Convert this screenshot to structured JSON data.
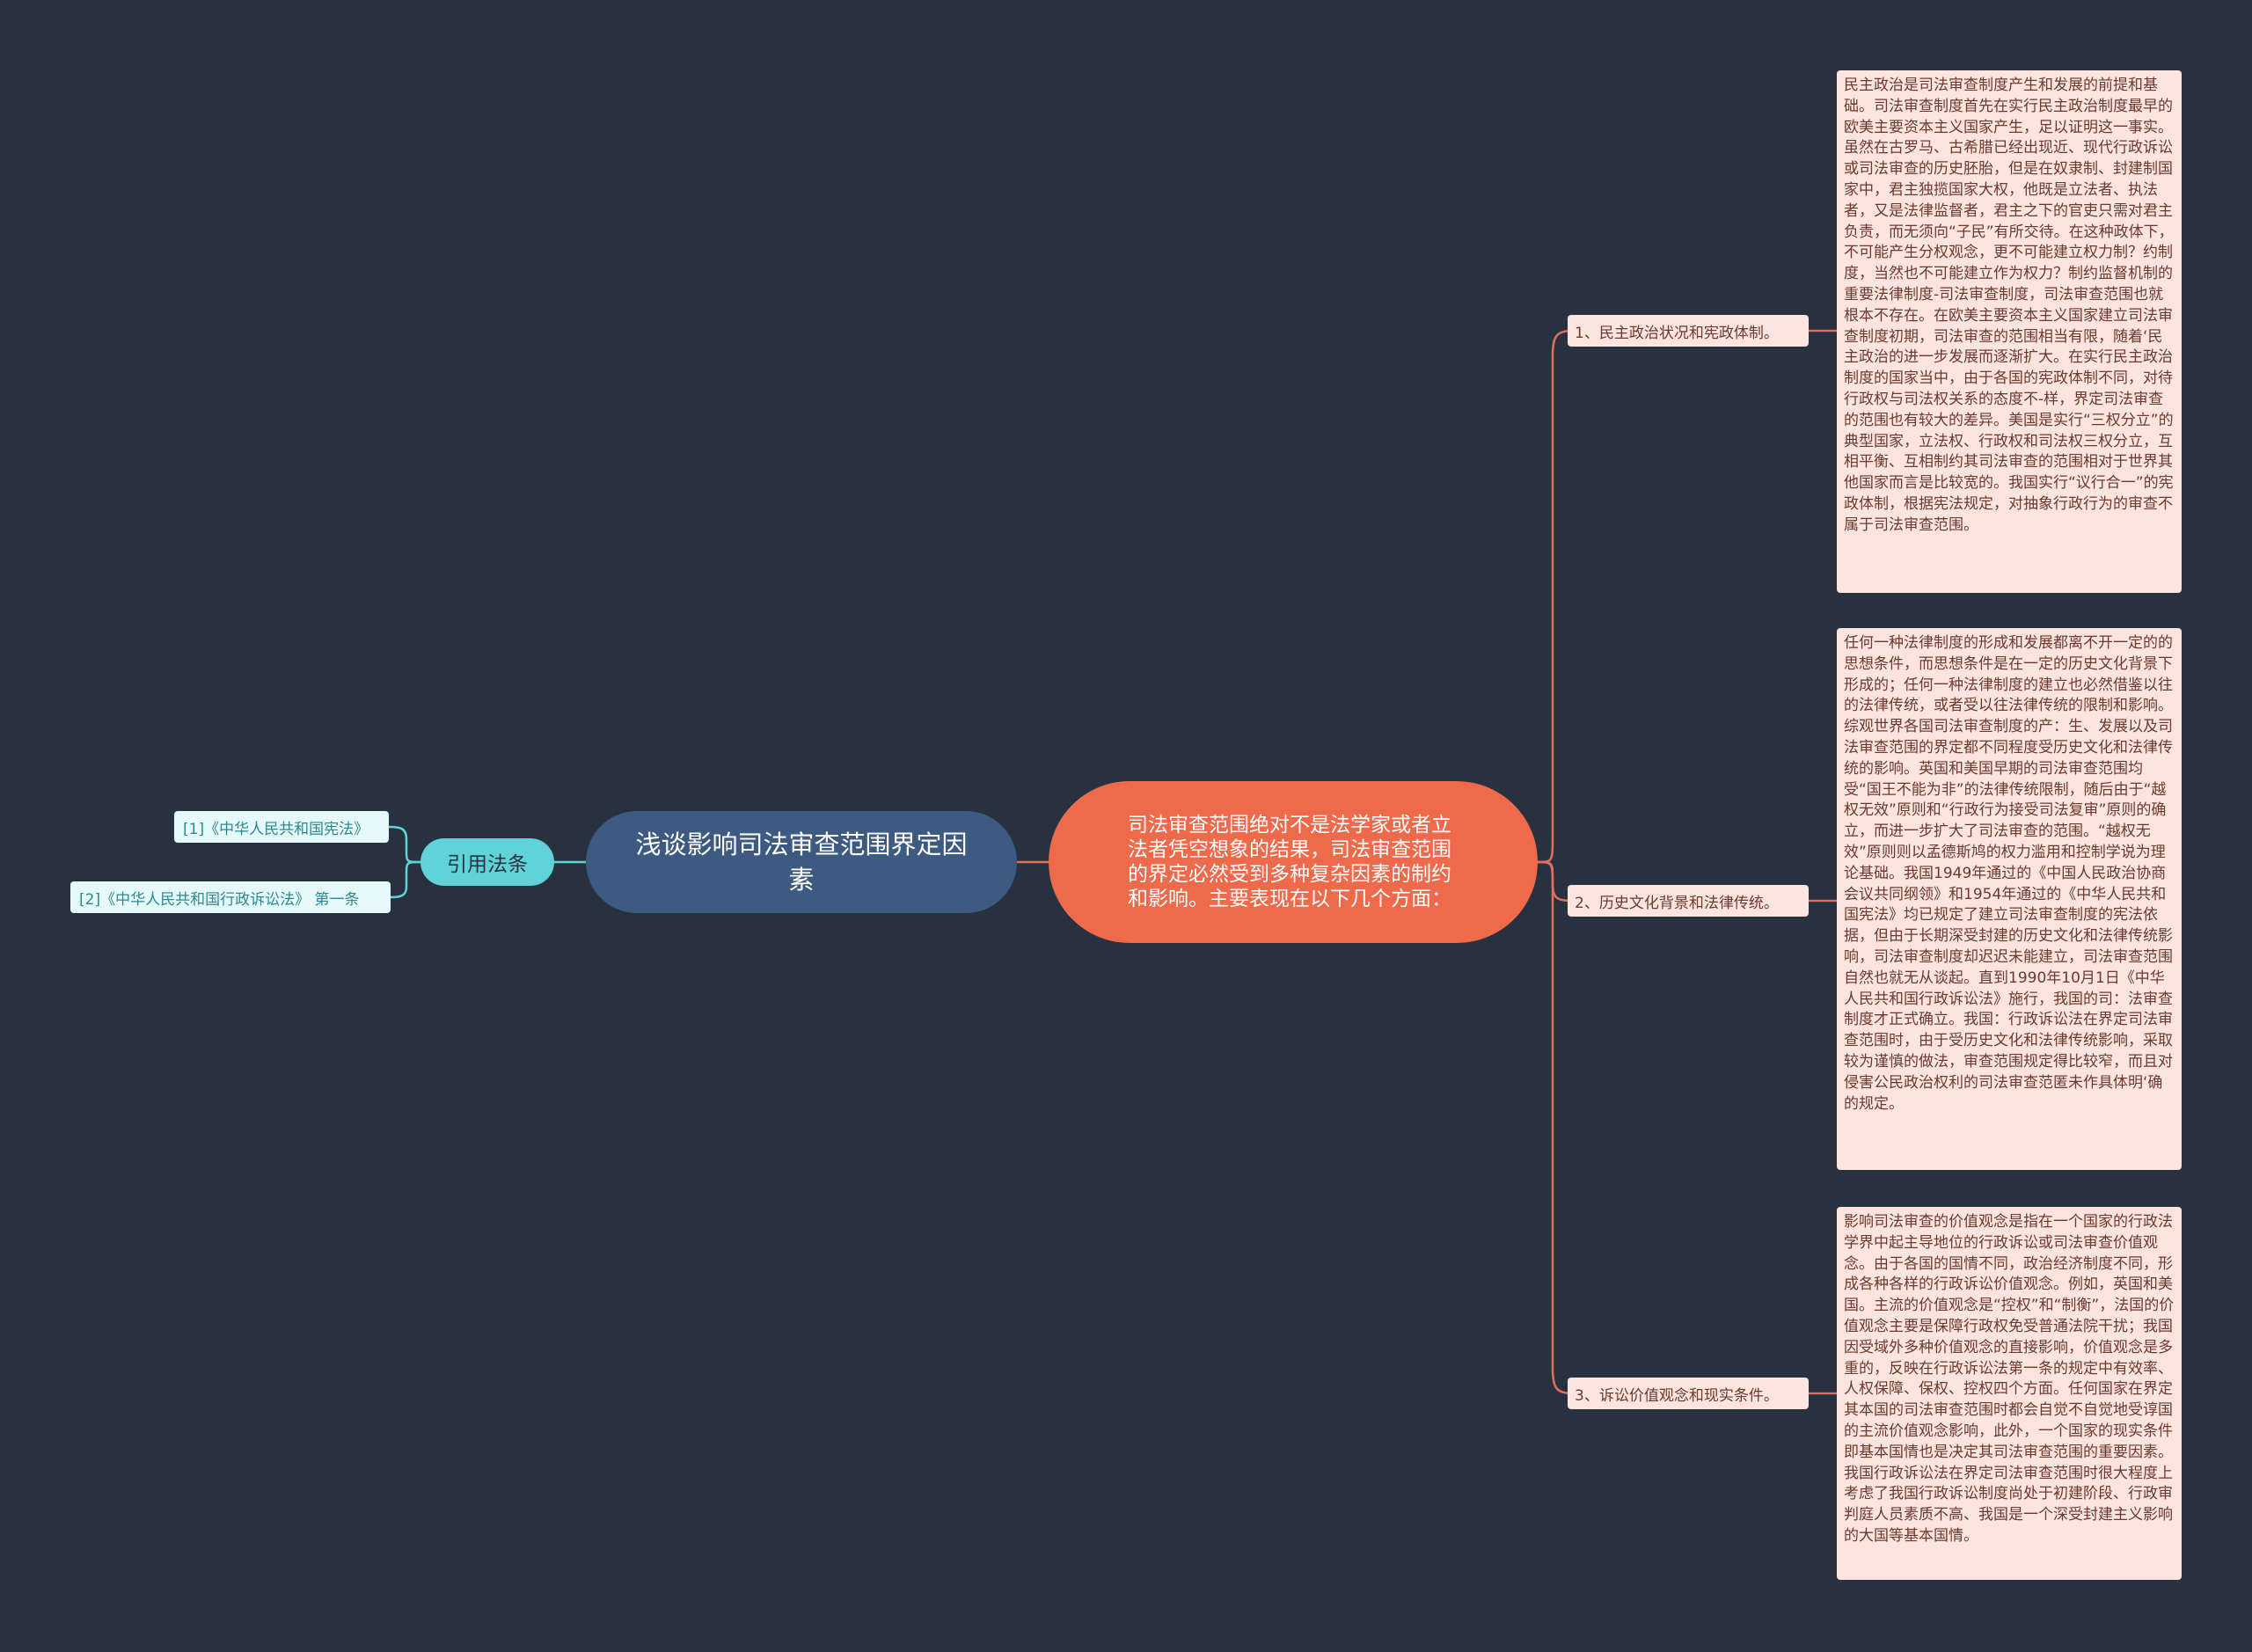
{
  "root": {
    "title": "浅谈影响司法审查范围界定因素"
  },
  "main": {
    "text": "司法审查范围绝对不是法学家或者立法者凭空想象的结果，司法审查范围的界定必然受到多种复杂因素的制约和影响。主要表现在以下几个方面："
  },
  "references": {
    "label": "引用法条",
    "items": [
      "[1]《中华人民共和国宪法》",
      "[2]《中华人民共和国行政诉讼法》 第一条"
    ]
  },
  "branches": [
    {
      "label": "1、民主政治状况和宪政体制。",
      "detail": "民主政治是司法审查制度产生和发展的前提和基础。司法审查制度首先在实行民主政治制度最早的欧美主要资本主义国家产生，足以证明这一事实。虽然在古罗马、古希腊已经出现近、现代行政诉讼或司法审查的历史胚胎，但是在奴隶制、封建制国家中，君主独揽国家大权，他既是立法者、执法者，又是法律监督者，君主之下的官吏只需对君主负责，而无须向“子民”有所交待。在这种政体下，不可能产生分权观念，更不可能建立权力制？约制度，当然也不可能建立作为权力？制约监督机制的重要法律制度-司法审查制度，司法审查范围也就根本不存在。在欧美主要资本主义国家建立司法审查制度初期，司法审查的范围相当有限，随着‘民主政治的进一步发展而逐渐扩大。在实行民主政治制度的国家当中，由于各国的宪政体制不同，对待行政权与司法权关系的态度不-样，界定司法审查的范围也有较大的差异。美国是实行“三权分立”的典型国家，立法权、行政权和司法权三权分立，互相平衡、互相制约其司法审查的范围相对于世界其他国家而言是比较宽的。我国实行“议行合一”的宪政体制，根据宪法规定，对抽象行政行为的审查不属于司法审查范围。"
    },
    {
      "label": "2、历史文化背景和法律传统。",
      "detail": "任何一种法律制度的形成和发展都离不开一定的的思想条件，而思想条件是在一定的历史文化背景下形成的；任何一种法律制度的建立也必然借鉴以往的法律传统，或者受以往法律传统的限制和影响。综观世界各国司法审查制度的产：生、发展以及司法审查范围的界定都不同程度受历史文化和法律传统的影响。英国和美国早期的司法审查范围均受“国王不能为非”的法律传统限制，随后由于“越权无效”原则和“行政行为接受司法复审”原则的确立，而进一步扩大了司法审查的范围。“越权无效”原则则以孟德斯鸠的权力滥用和控制学说为理论基础。我国1949年通过的《中国人民政治协商会议共同纲领》和1954年通过的《中华人民共和国宪法》均已规定了建立司法审查制度的宪法依据，但由于长期深受封建的历史文化和法律传统影响，司法审查制度却迟迟未能建立，司法审查范围自然也就无从谈起。直到1990年10月1日《中华人民共和国行政诉讼法》施行，我国的司：法审查制度才正式确立。我国：行政诉讼法在界定司法审查范围时，由于受历史文化和法律传统影响，采取较为谨慎的做法，审查范围规定得比较窄，而且对侵害公民政治权利的司法审查范匿未作具体明‘确的规定。"
    },
    {
      "label": "3、诉讼价值观念和现实条件。",
      "detail": "影响司法审查的价值观念是指在一个国家的行政法学界中起主导地位的行政诉讼或司法审查价值观念。由于各国的国情不同，政治经济制度不同，形成各种各样的行政诉讼价值观念。例如，英国和美国。主流的价值观念是“控权”和“制衡”，法国的价值观念主要是保障行政权免受普通法院干扰；我国因受域外多种价值观念的直接影响，价值观念是多重的，反映在行政诉讼法第一条的规定中有效率、人权保障、保权、控权四个方面。任何国家在界定其本国的司法审查范围时都会自觉不自觉地受谆国的主流价值观念影响，此外，一个国家的现实条件即基本国情也是决定其司法审查范围的重要因素。我国行政诉讼法在界定司法审查范围时很大程度上考虑了我国行政诉讼制度尚处于初建阶段、行政审判庭人员素质不高、我国是一个深受封建主义影响的大国等基本国情。"
    }
  ],
  "colors": {
    "background": "#283140",
    "root": "#3d5a80",
    "main": "#ee6a4a",
    "reference": "#5fd3d8",
    "reference_item": "#e6fafb",
    "branch": "#fde4de",
    "connector_right": "#e0715a",
    "connector_left": "#5fd3d8"
  }
}
